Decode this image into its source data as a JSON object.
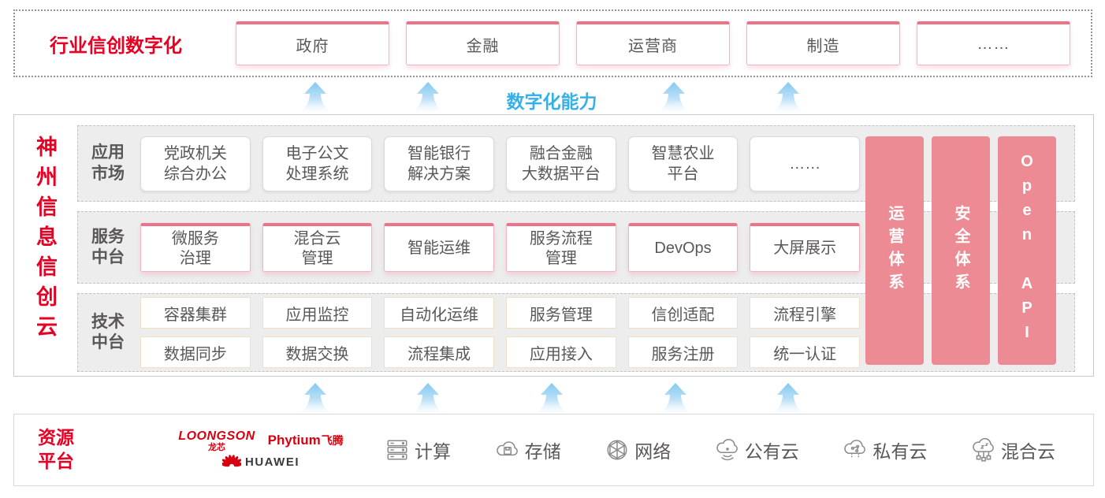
{
  "top": {
    "title": "行业信创数字化",
    "industries": [
      "政府",
      "金融",
      "运营商",
      "制造",
      "……"
    ]
  },
  "capability_label": "数字化能力",
  "platform": {
    "title": "神州信息信创云",
    "sections": [
      {
        "label": "应用\n市场",
        "items": [
          "党政机关\n综合办公",
          "电子公文\n处理系统",
          "智能银行\n解决方案",
          "融合金融\n大数据平台",
          "智慧农业\n平台",
          "……"
        ]
      },
      {
        "label": "服务\n中台",
        "items": [
          "微服务\n治理",
          "混合云\n管理",
          "智能运维",
          "服务流程\n管理",
          "DevOps",
          "大屏展示"
        ]
      },
      {
        "label": "技术\n中台",
        "rows": [
          [
            "容器集群",
            "应用监控",
            "自动化运维",
            "服务管理",
            "信创适配",
            "流程引擎"
          ],
          [
            "数据同步",
            "数据交换",
            "流程集成",
            "应用接入",
            "服务注册",
            "统一认证"
          ]
        ]
      }
    ],
    "pillars": [
      "运营体系",
      "安全体系",
      "Open API"
    ]
  },
  "resources": {
    "title": "资源\n平台",
    "vendors": {
      "loongson_en": "LOONGSON",
      "loongson_cn": "龙芯",
      "phytium_en": "Phytium",
      "phytium_cn": "飞腾",
      "huawei": "HUAWEI"
    },
    "items": [
      {
        "icon": "compute-icon",
        "label": "计算"
      },
      {
        "icon": "storage-icon",
        "label": "存储"
      },
      {
        "icon": "network-icon",
        "label": "网络"
      },
      {
        "icon": "public-cloud-icon",
        "label": "公有云"
      },
      {
        "icon": "private-cloud-icon",
        "label": "私有云"
      },
      {
        "icon": "hybrid-cloud-icon",
        "label": "混合云"
      }
    ]
  },
  "colors": {
    "accent_red": "#e60023",
    "pillar_pink": "#ec8b93",
    "capability_blue": "#36b0e8",
    "text_gray": "#595757"
  }
}
